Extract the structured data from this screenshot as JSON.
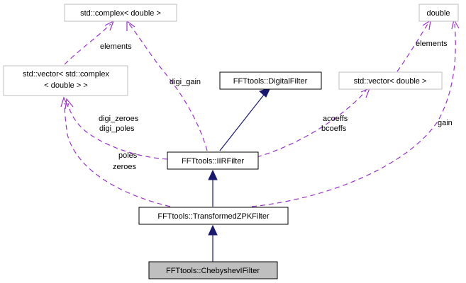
{
  "nodes": {
    "complex_double": "std::complex< double >",
    "double": "double",
    "vector_complex_line1": "std::vector< std::complex",
    "vector_complex_line2": "< double > >",
    "digital_filter": "FFTtools::DigitalFilter",
    "vector_double": "std::vector< double >",
    "iir_filter": "FFTtools::IIRFilter",
    "transformed_zpk_filter": "FFTtools::TransformedZPKFilter",
    "chebyshev_filter": "FFTtools::ChebyshevIFilter"
  },
  "edge_labels": {
    "elements_complex": "elements",
    "digi_gain": "digi_gain",
    "elements_double": "elements",
    "digi_zeroes": "digi_zeroes",
    "digi_poles": "digi_poles",
    "acoeffs": "acoeffs",
    "bcoeffs": "bcoeffs",
    "gain": "gain",
    "poles": "poles",
    "zeroes": "zeroes"
  },
  "colors": {
    "inheritance_edge": "#191970",
    "usage_edge": "#9a32cd",
    "focus_node_fill": "#bfbfbf",
    "external_node_border": "#bfbfbf"
  }
}
